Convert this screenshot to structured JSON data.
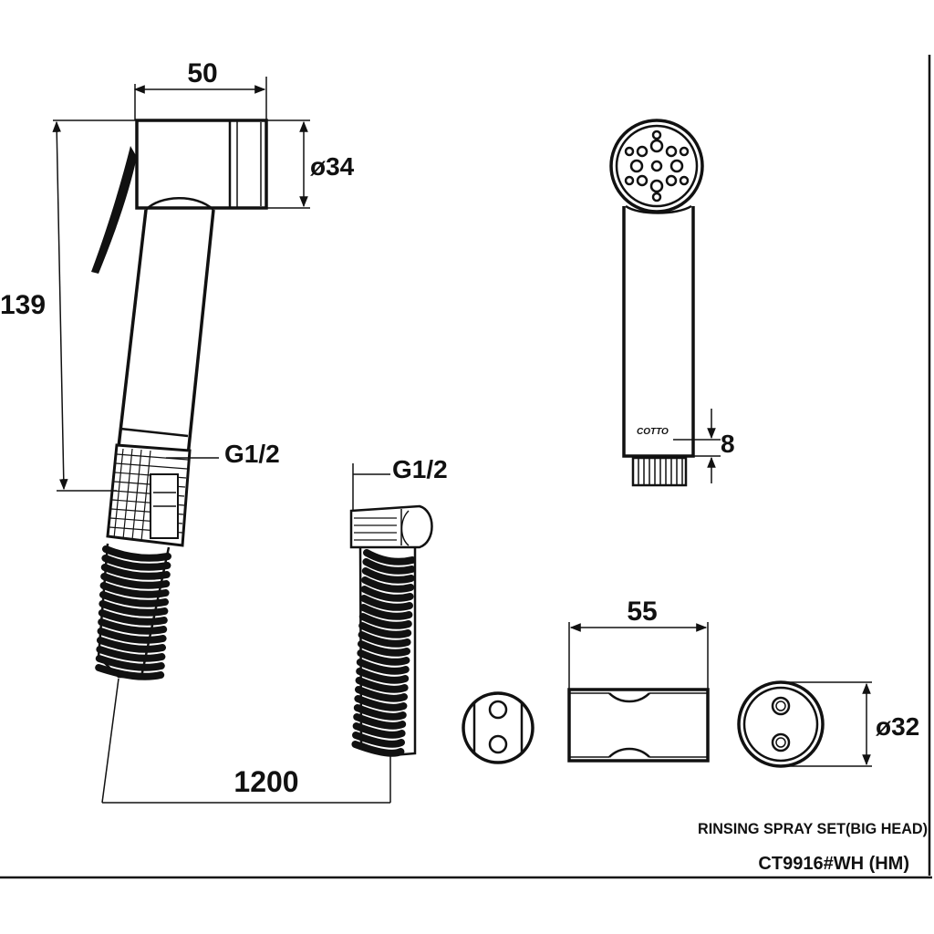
{
  "dimensions": {
    "spray_width": "50",
    "spray_head_diameter": "ø34",
    "spray_height": "139",
    "spray_thread": "G1/2",
    "hose_thread": "G1/2",
    "hose_length": "1200",
    "nozzle_offset": "8",
    "holder_width": "55",
    "holder_diameter": "ø32"
  },
  "brand_mark": "COTTO",
  "title_block": {
    "product_name": "RINSING SPRAY SET(BIG HEAD)",
    "model_code": "CT9916#WH (HM)"
  }
}
